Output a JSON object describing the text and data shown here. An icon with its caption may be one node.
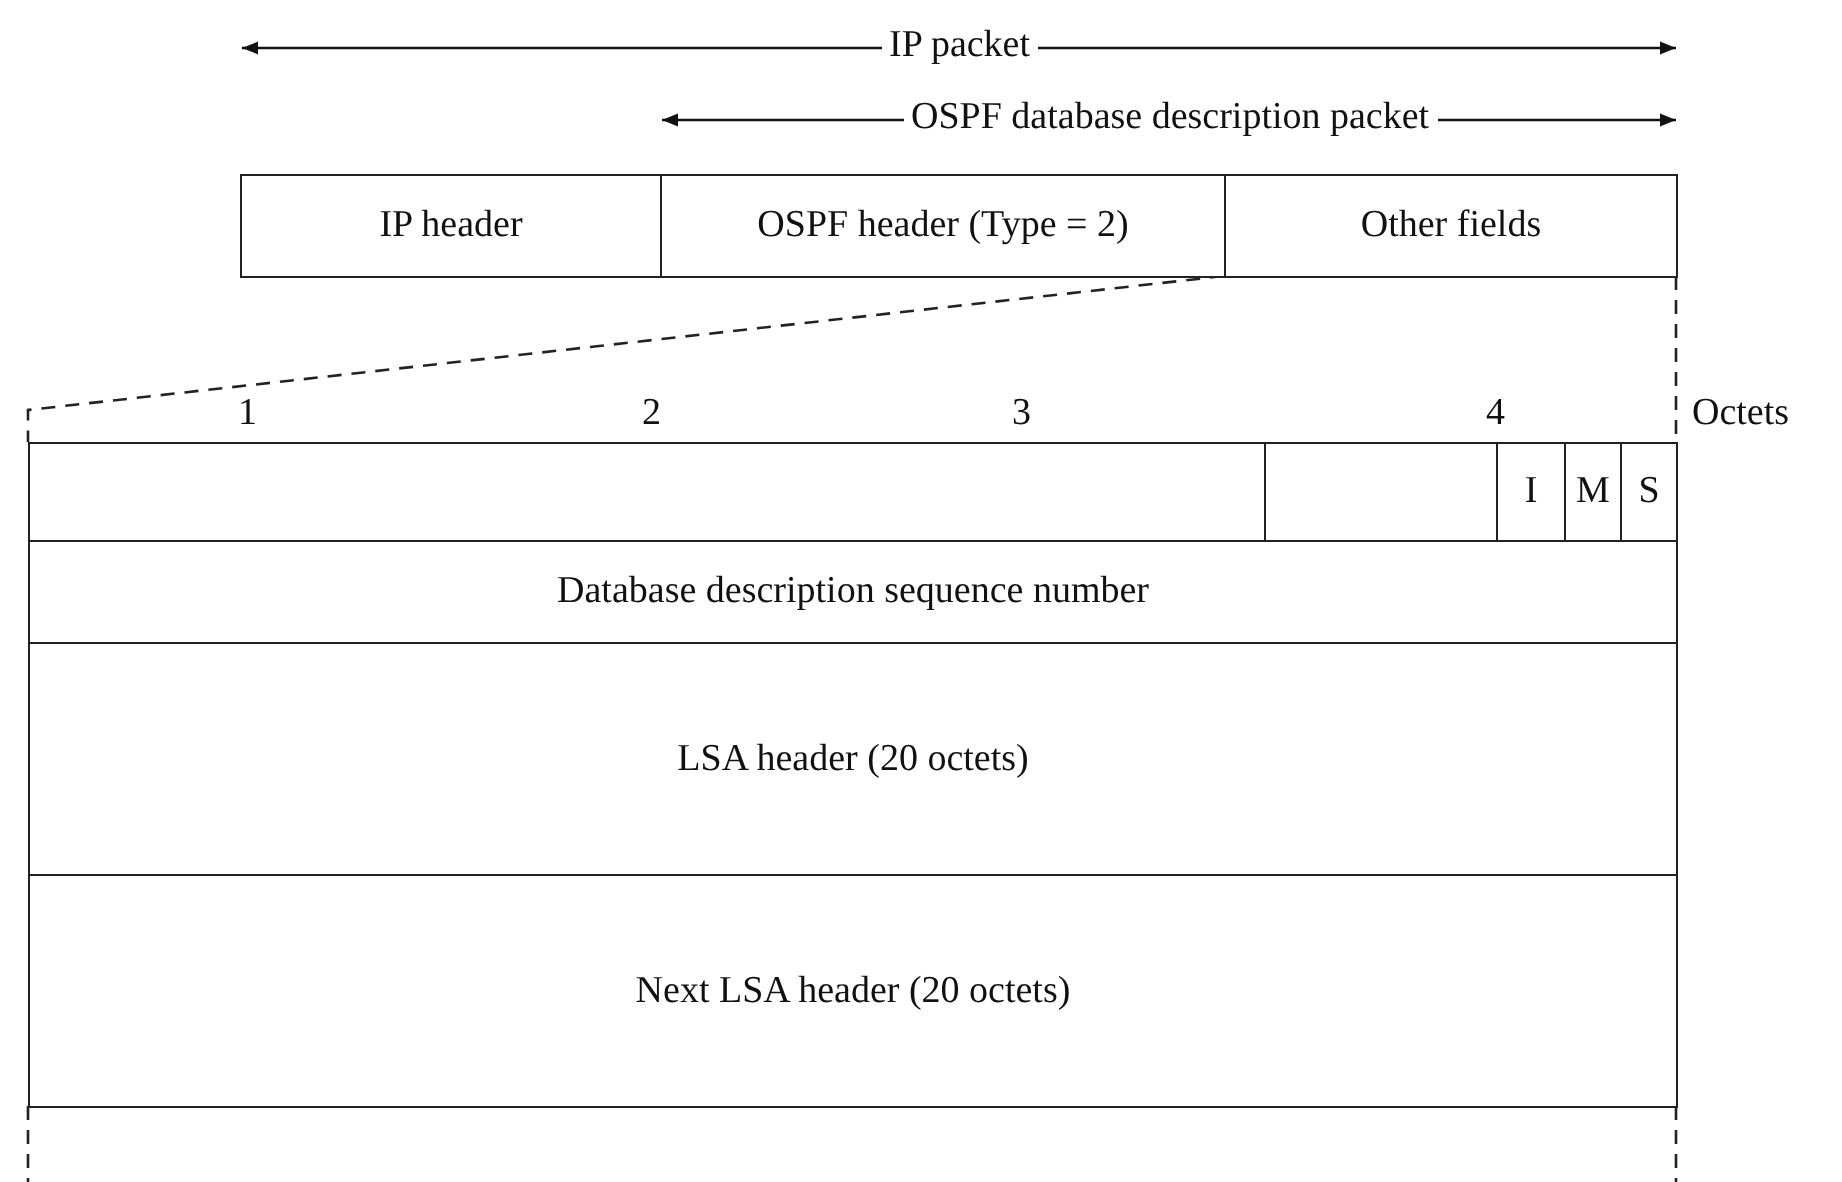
{
  "diagram": {
    "nodes": [
      {
        "text": [
          "IP header"
        ]
      },
      {
        "text": [
          "OSPF header (Type = 2)"
        ]
      },
      {
        "text": [
          "Other fields"
        ]
      },
      {
        "text": [],
        "shape": "box"
      },
      {
        "text": [],
        "shape": "box"
      },
      {
        "text": [
          "I"
        ]
      },
      {
        "text": [
          "M"
        ]
      },
      {
        "text": [
          "S"
        ]
      },
      {
        "text": [
          "Database description sequence number"
        ]
      },
      {
        "text": [
          "LSA header (20 octets)"
        ]
      },
      {
        "text": [
          "Next LSA header (20 octets)"
        ]
      }
    ],
    "edges": [
      {
        "from": 2,
        "to": 3,
        "arrow": "none",
        "style": "dashed"
      },
      {
        "from": 2,
        "to": 7,
        "arrow": "none",
        "style": "dashed"
      }
    ],
    "labels": [
      "IP packet",
      "OSPF database description packet",
      "1",
      "2",
      "3",
      "4",
      "Octets"
    ]
  }
}
